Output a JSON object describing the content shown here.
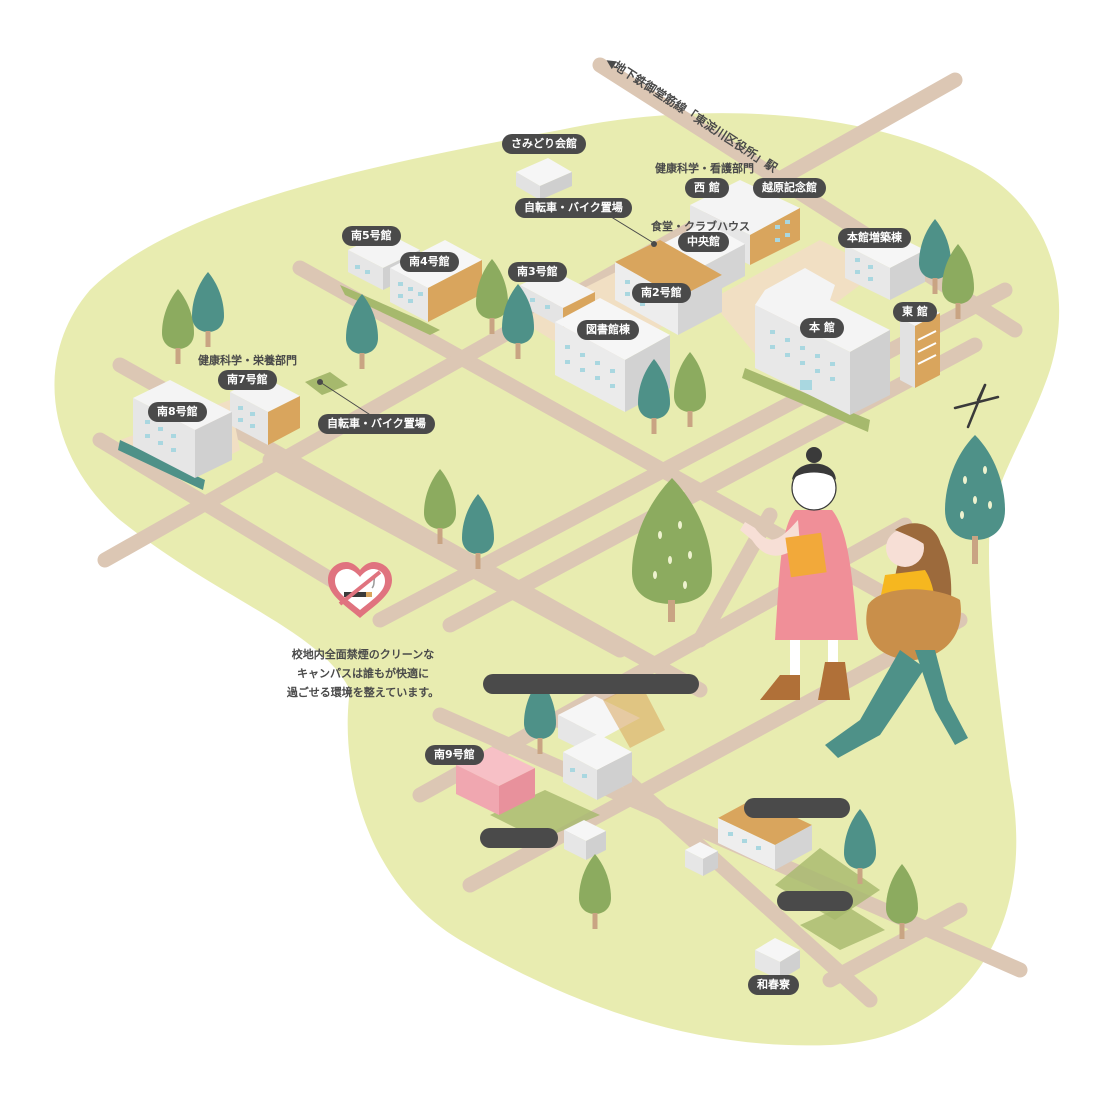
{
  "station": {
    "label": "◀地下鉄御堂筋線「東淀川区役所」駅"
  },
  "buildings": {
    "samidori": "さみどり会館",
    "kenko_kango": "健康科学・看護部門",
    "nishikan": "西 館",
    "etsuhara": "越原記念館",
    "bike_north": "自転車・バイク置場",
    "clubhouse": "食堂・クラブハウス",
    "chuokan": "中央館",
    "honkan_zouchiku": "本館増築棟",
    "minami5": "南5号館",
    "minami4": "南4号館",
    "minami3": "南3号館",
    "minami2": "南2号館",
    "library": "図書館棟",
    "honkan": "本 館",
    "higashikan": "東 館",
    "kenko_eiyo": "健康科学・栄養部門",
    "minami7": "南7号館",
    "minami8": "南8号館",
    "bike_south": "自転車・バイク置場",
    "minami9": "南9号館",
    "wakaryo": "和春寮"
  },
  "note": {
    "line1": "校地内全面禁煙のクリーンな",
    "line2": "キャンパスは誰もが快適に",
    "line3": "過ごせる環境を整えています。"
  },
  "icons": {
    "no_smoking": "no-smoking-heart-icon",
    "north": "north-arrow-icon"
  },
  "colors": {
    "ground": "#e8ecb0",
    "road": "#dcc7b4",
    "label_bg": "#4a4a4a",
    "accent_pink": "#e0737f",
    "tree_green": "#8cab5f",
    "tree_teal": "#4e9188",
    "building_orange": "#d9a55d"
  }
}
